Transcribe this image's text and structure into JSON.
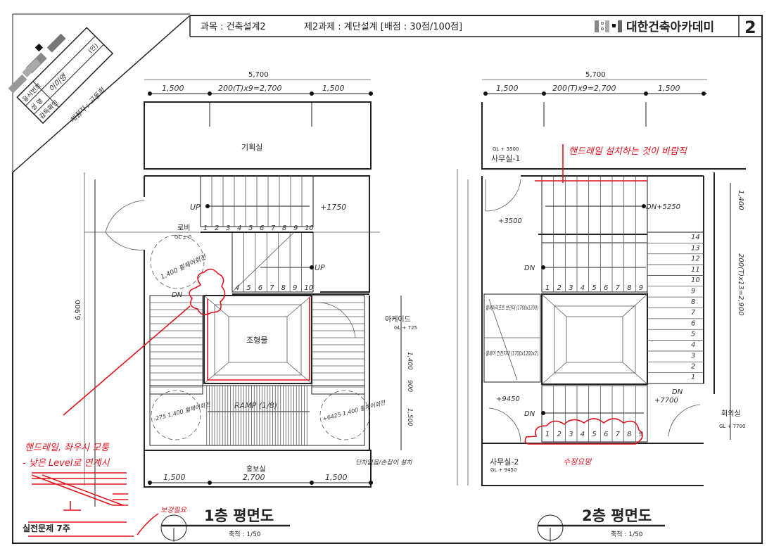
{
  "header": {
    "subject": "과목 : 건축설계2",
    "assignment": "제2과제 : 계단설계 [배점 : 30점/100점]",
    "academy": "대한건축아카데미",
    "page_number": "2"
  },
  "title_block": {
    "exam_no_label": "응시번호",
    "name_label": "성    명",
    "name_value": "이미영",
    "supervisor_label": "감독확인",
    "seal_label": "(인)",
    "grader_note": "채점자 : 고동희"
  },
  "plan1": {
    "overall_width": "5,700",
    "overall_depth": "6,900",
    "top_dims": [
      "1,500",
      "200(T)x9=2,700",
      "1,500"
    ],
    "bottom_dims": [
      "1,500",
      "2,700",
      "1,500"
    ],
    "rooms": {
      "planning": "기획실",
      "lobby": "로비",
      "lobby_level": "GL ± 0",
      "sculpture": "조형물",
      "arcade": "아케이드",
      "arcade_level": "GL + 725",
      "pr": "홍보실"
    },
    "notes": {
      "up1": "UP",
      "up1_level": "+1750",
      "up2": "UP",
      "dn": "DN",
      "landing_left": "1,400 휠체어회전",
      "landing_bottom_left": "-275  1,400 휠체어회전",
      "landing_bottom_right": "+6425  1,400 휠체어회전",
      "ramp": "RAMP (1/8)",
      "ramp_note": "단차없음/손잡이 설치",
      "side_dims": [
        "1,400",
        "900",
        "1,500"
      ]
    },
    "tread_numbers_top": [
      "1",
      "2",
      "3",
      "4",
      "5",
      "6",
      "7",
      "8",
      "9",
      "10"
    ],
    "tread_numbers_mid": [
      "4",
      "5",
      "6",
      "7",
      "8",
      "9",
      "10"
    ],
    "title": "1층 평면도",
    "scale": "축척 : 1/50"
  },
  "plan2": {
    "overall_width": "5,700",
    "top_dims": [
      "1,500",
      "200(T)x9=2,700",
      "1,500"
    ],
    "side_dims": [
      "1,400",
      "200(T)x13=2,900"
    ],
    "rooms": {
      "office1": "사무실-1",
      "office1_level": "GL + 3500",
      "office2": "사무실-2",
      "office2_level": "GL + 9450",
      "meeting": "회의실",
      "meeting_level": "GL + 7700"
    },
    "notes": {
      "dn_top": "DN+5250",
      "level_3500": "+3500",
      "dn_mid": "DN",
      "dn_right": "DN",
      "dn_bottom": "DN",
      "level_9450": "+9450",
      "level_7700": "+7700",
      "storage1": "휠체어리프트 보관대 (1700x1200)",
      "storage2": "휠체어 안전지대 (1700x1200x2)"
    },
    "tread_numbers_bottom": [
      "1",
      "2",
      "3",
      "4",
      "5",
      "6",
      "7",
      "8",
      "9"
    ],
    "tread_numbers_mid": [
      "1",
      "2",
      "3",
      "4",
      "5",
      "6",
      "7",
      "8",
      "9"
    ],
    "tread_numbers_side": [
      "14",
      "13",
      "12",
      "11",
      "10",
      "9",
      "8",
      "7",
      "6",
      "5",
      "4",
      "3",
      "2",
      "1"
    ],
    "title": "2층 평면도",
    "scale": "축척 : 1/50"
  },
  "red_notes": {
    "handrail_top": "핸드레일 설치하는 것이 바람직",
    "handrail_left_1": "핸드레일, 좌우시 모퉁",
    "handrail_left_2": "- 낮은 Level로 연계시",
    "break_line": "보강필요",
    "revise": "수정요망"
  },
  "footer": {
    "course_label": "실전문제 7주"
  },
  "colors": {
    "ink": "#222222",
    "red": "#e0141e"
  }
}
